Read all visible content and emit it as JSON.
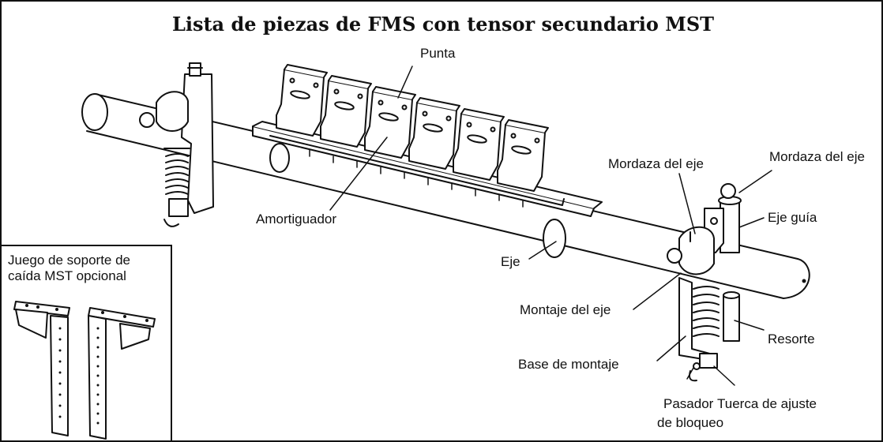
{
  "title": "Lista de piezas de FMS con tensor secundario MST",
  "labels": {
    "punta": "Punta",
    "amortiguador": "Amortiguador",
    "mordaza_eje_1": "Mordaza del eje",
    "mordaza_eje_2": "Mordaza del eje",
    "eje_guia": "Eje guía",
    "eje": "Eje",
    "montaje_eje": "Montaje del eje",
    "resorte": "Resorte",
    "base_montaje": "Base de montaje",
    "pasador_line1": "Pasador",
    "pasador_line2": "de bloqueo",
    "tuerca": "Tuerca de ajuste"
  },
  "inset": {
    "caption_line1": "Juego de soporte de",
    "caption_line2": "caída MST opcional"
  }
}
